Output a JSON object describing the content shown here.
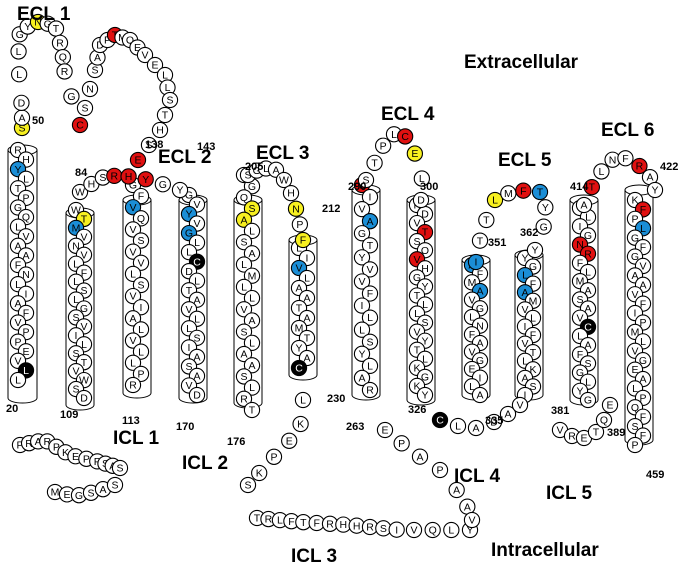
{
  "regions": {
    "extracellular": "Extracellular",
    "intracellular": "Intracellular"
  },
  "loops": {
    "ecl": [
      "ECL 1",
      "ECL 2",
      "ECL 3",
      "ECL 4",
      "ECL 5",
      "ECL 6"
    ],
    "icl": [
      "ICL 1",
      "ICL 2",
      "ICL 3",
      "ICL 4",
      "ICL 5"
    ]
  },
  "position_markers": [
    "50",
    "84",
    "138",
    "143",
    "205",
    "212",
    "290",
    "300",
    "351",
    "362",
    "414",
    "422",
    "20",
    "109",
    "113",
    "170",
    "176",
    "230",
    "263",
    "326",
    "335",
    "381",
    "389",
    "459"
  ],
  "colors": {
    "yellow": "#f7f020",
    "red": "#e01010",
    "blue": "#1b8ed6",
    "black": "#000000",
    "white": "#ffffff",
    "outline": "#000000"
  },
  "sequence": {
    "n_terminus_row1": [
      "P",
      "R",
      "A",
      "R",
      "P",
      "K",
      "E",
      "P",
      "P",
      "S",
      "A",
      "S"
    ],
    "n_terminus_row2": [
      "M",
      "E",
      "G",
      "S",
      "A",
      "S"
    ],
    "icl3_row": [
      "T",
      "R",
      "L",
      "F",
      "T",
      "F",
      "R",
      "H",
      "H",
      "R",
      "S",
      "I",
      "V",
      "Q",
      "L",
      "Y"
    ],
    "ecl1_loop": [
      "L",
      "G",
      "Y",
      "N",
      "G",
      "T",
      "R",
      "Q",
      "R",
      "G",
      "C",
      "S",
      "N",
      "S",
      "A",
      "D",
      "P",
      "T",
      "M",
      "Q",
      "E",
      "V",
      "E",
      "L",
      "L",
      "S",
      "T"
    ],
    "ecl2_loop": [
      "W",
      "H",
      "S",
      "R",
      "H",
      "Y",
      "G",
      "Y"
    ],
    "ecl3_loop": [
      "S",
      "G",
      "L",
      "A",
      "W",
      "H",
      "N",
      "P",
      "F"
    ],
    "ecl4_loop": [
      "S",
      "T",
      "P",
      "L",
      "C",
      "E",
      "L",
      "D"
    ],
    "ecl5_loop": [
      "I",
      "T",
      "T",
      "L",
      "M",
      "F",
      "T",
      "Y",
      "G",
      "Y"
    ],
    "ecl6_loop": [
      "T",
      "L",
      "N",
      "F",
      "R",
      "A",
      "Y"
    ]
  }
}
